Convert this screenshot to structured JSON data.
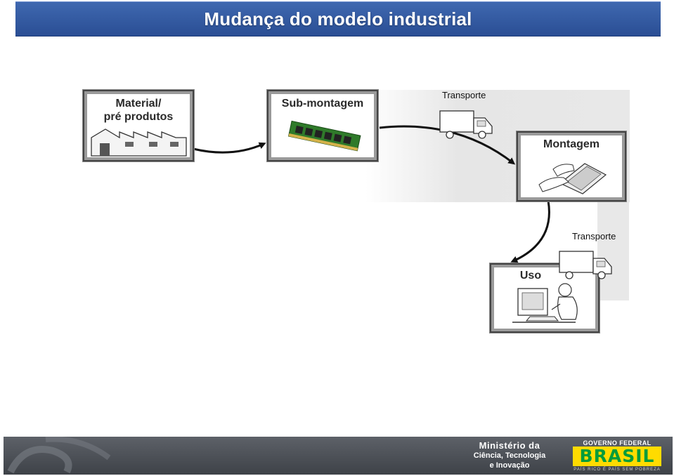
{
  "slide": {
    "title": "Mudança do modelo industrial"
  },
  "diagram": {
    "stages": [
      {
        "label_line1": "Material/",
        "label_line2": "pré produtos"
      },
      {
        "label_line1": "Sub-montagem"
      },
      {
        "label_line1": "Montagem"
      },
      {
        "label_line1": "Uso"
      }
    ],
    "transport_labels": [
      "Transporte",
      "Transporte"
    ],
    "icons": [
      "factory-icon",
      "memory-module-icon",
      "truck-icon",
      "laptop-hands-icon",
      "person-computer-icon"
    ]
  },
  "footer": {
    "ministry_line1": "Ministério da",
    "ministry_line2": "Ciência, Tecnologia",
    "ministry_line3": "e Inovação",
    "gov_line": "GOVERNO FEDERAL",
    "brasil": "BRASIL",
    "motto": "PAÍS RICO É PAÍS SEM POBREZA"
  },
  "colors": {
    "title_bar": "#2f569c",
    "footer": "#4a4e54",
    "brasil_green": "#009c3b",
    "brasil_yellow": "#ffdb00"
  }
}
